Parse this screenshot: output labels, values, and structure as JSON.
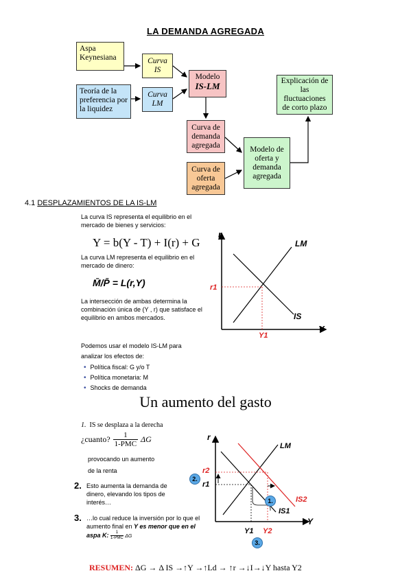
{
  "header": {
    "title": "LA DEMANDA AGREGADA"
  },
  "diagram": {
    "aspa": "Aspa Keynesiana",
    "curva_is": "Curva IS",
    "teoria": "Teoría de la preferencia por la liquidez",
    "curva_lm": "Curva LM",
    "modelo": "Modelo",
    "islm": "IS-LM",
    "explicacion": "Explicación de las fluctuaciones de corto plazo",
    "demanda": "Curva de demanda agregada",
    "oferta": "Curva de oferta agregada",
    "modelo_oa": "Modelo de oferta y demanda agregada"
  },
  "section": {
    "number": "4.1",
    "title": "DESPLAZAMIENTOS DE LA IS-LM"
  },
  "explain": {
    "p1": "La curva IS representa el equilibrio en el mercado de bienes y servicios:",
    "eq1": "Y = b(Y - T) + I(r) + G",
    "p2": "La curva LM representa el equilibrio en el mercado de dinero:",
    "eq2": "M̄/P̄ = L(r,Y)",
    "p3": "La intersección de ambas determina la combinación única de (Y , r) que satisface el equilibrio en ambos mercados.",
    "p4": "Podemos usar el modelo IS-LM para analizar los efectos de:",
    "bullets": [
      "Política fiscal: G y/o T",
      "Política monetaria: M",
      "Shocks de demanda"
    ]
  },
  "graph1": {
    "r": "r",
    "y": "Y",
    "lm": "LM",
    "is": "IS",
    "r1": "r1",
    "y1": "Y1"
  },
  "aumento": {
    "title": "Un aumento del gasto",
    "s1": "IS se desplaza a la derecha",
    "s1_num": "1.",
    "cuanto": "¿cuanto?",
    "frac_num": "1",
    "frac_den": "1-PMC",
    "dg": "ΔG",
    "provocando": "provocando un aumento",
    "renta": "de la renta",
    "s2_num": "2.",
    "s2": "Esto aumenta la demanda de dinero, elevando los tipos de interés…",
    "s3_num": "3.",
    "s3a": "…lo cual reduce la inversión por lo que el aumento final en ",
    "s3b": "Y es menor que en el aspa K:",
    "s3_frac_num": "1",
    "s3_frac_den": "1-PMC",
    "s3_dg": "ΔG"
  },
  "graph2": {
    "r": "r",
    "y": "Y",
    "lm": "LM",
    "is1": "IS1",
    "is2": "IS2",
    "r1": "r1",
    "r2": "r2",
    "y1": "Y1",
    "y2": "Y2",
    "c1": "1.",
    "c2": "2.",
    "c3": "3."
  },
  "resumen": {
    "label": "RESUMEN:",
    "text": "ΔG → Δ IS →↑Y →↑Ld → ↑r →↓I→↓Y hasta Y2"
  }
}
